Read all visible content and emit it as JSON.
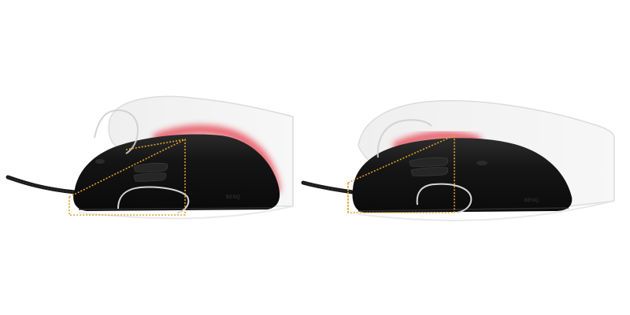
{
  "scene": {
    "background": "#ffffff",
    "mouse_color": "#111111",
    "grip_highlight_color": "#e8505b",
    "guide_box_color": "#e0a02a",
    "hand_overlay_color": "#d8d8d8"
  },
  "mice": [
    {
      "brand_label": "BENQ",
      "guide_box_style": "dotted-trapezoid-with-rect"
    },
    {
      "brand_label": "BENQ",
      "guide_box_style": "dotted-trapezoid-with-rect"
    }
  ]
}
